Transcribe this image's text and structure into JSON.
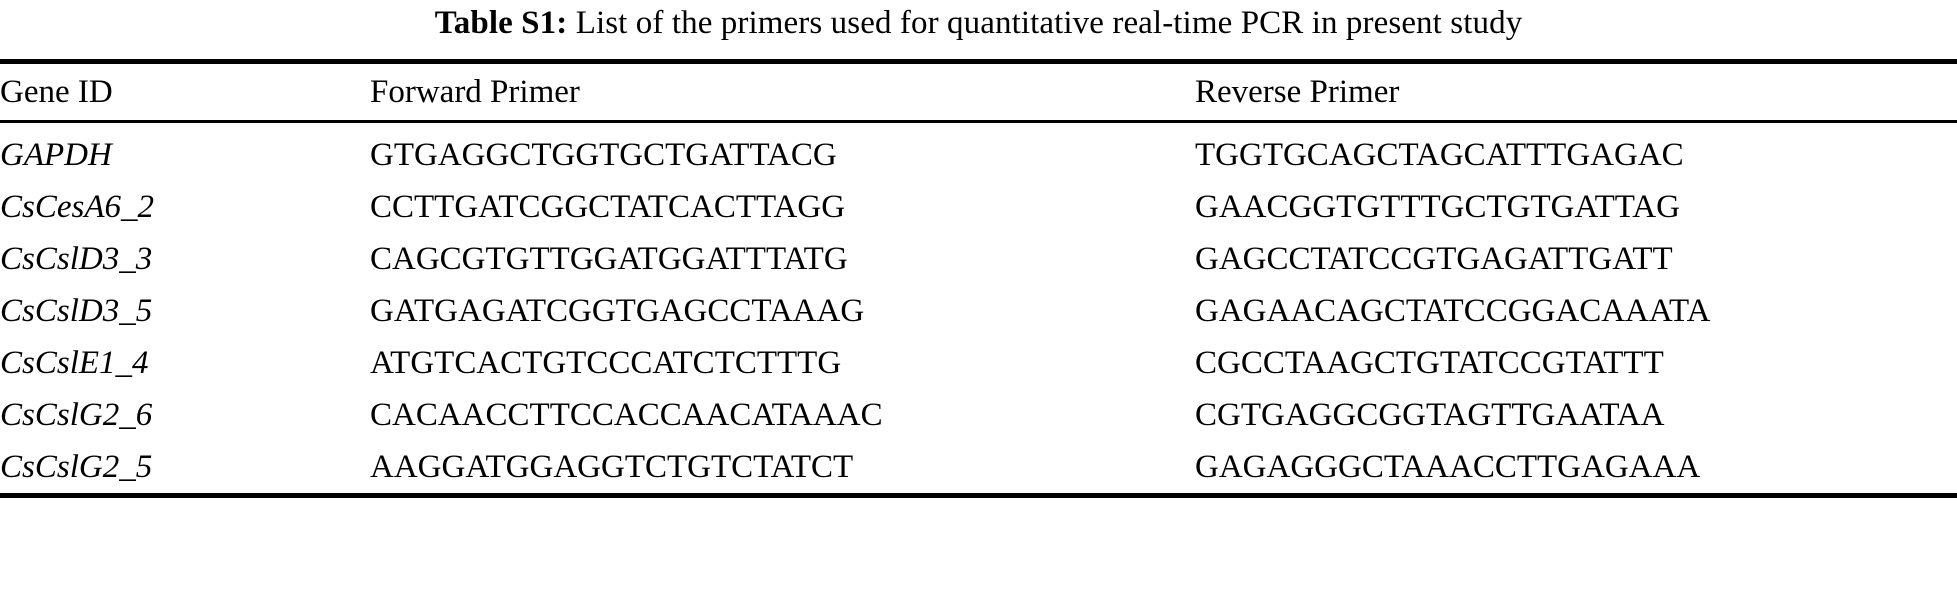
{
  "caption": {
    "label": "Table S1:",
    "text": "List of the primers used for quantitative real-time PCR in present study"
  },
  "table": {
    "columns": [
      {
        "key": "gene_id",
        "header": "Gene ID"
      },
      {
        "key": "forward_primer",
        "header": "Forward Primer"
      },
      {
        "key": "reverse_primer",
        "header": "Reverse Primer"
      }
    ],
    "rows": [
      {
        "gene_id": "GAPDH",
        "forward_primer": "GTGAGGCTGGTGCTGATTACG",
        "reverse_primer": "TGGTGCAGCTAGCATTTGAGAC"
      },
      {
        "gene_id": "CsCesA6_2",
        "forward_primer": "CCTTGATCGGCTATCACTTAGG",
        "reverse_primer": "GAACGGTGTTTGCTGTGATTAG"
      },
      {
        "gene_id": "CsCslD3_3",
        "forward_primer": "CAGCGTGTTGGATGGATTTATG",
        "reverse_primer": "GAGCCTATCCGTGAGATTGATT"
      },
      {
        "gene_id": "CsCslD3_5",
        "forward_primer": "GATGAGATCGGTGAGCCTAAAG",
        "reverse_primer": "GAGAACAGCTATCCGGACAAATA"
      },
      {
        "gene_id": "CsCslE1_4",
        "forward_primer": "ATGTCACTGTCCCATCTCTTTG",
        "reverse_primer": "CGCCTAAGCTGTATCCGTATTT"
      },
      {
        "gene_id": "CsCslG2_6",
        "forward_primer": "CACAACCTTCCACCAACATAAAC",
        "reverse_primer": "CGTGAGGCGGTAGTTGAATAA"
      },
      {
        "gene_id": "CsCslG2_5",
        "forward_primer": "AAGGATGGAGGTCTGTCTATCT",
        "reverse_primer": "GAGAGGGCTAAACCTTGAGAAA"
      }
    ]
  },
  "style": {
    "text_color": "#000000",
    "background_color": "#ffffff"
  }
}
